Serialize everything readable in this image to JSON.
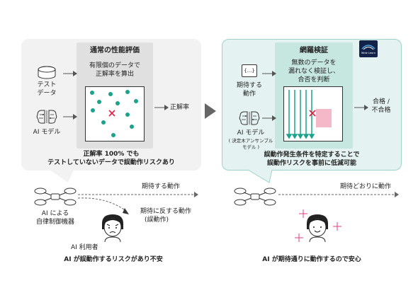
{
  "left": {
    "title": "通常の性能評価",
    "desc_line1": "有限個のデータで",
    "desc_line2": "正解率を算出",
    "input1_line1": "テスト",
    "input1_line2": "データ",
    "input2": "AI モデル",
    "output": "正解率",
    "caption_line1": "正解率 100% でも",
    "caption_line2": "テストしていないデータで誤動作リスクあり",
    "device_label_line1": "AI による",
    "device_label_line2": "自律制御機器",
    "expected": "期待する動作",
    "unexpected_line1": "期待に反する動作",
    "unexpected_line2": "(誤動作)",
    "user_label": "AI 利用者",
    "bottom": "AI が誤動作するリスクがあり不安"
  },
  "right": {
    "title": "網羅検証",
    "desc_line1": "無数のデータを",
    "desc_line2": "漏れなく検証し、",
    "desc_line3": "合否を判断",
    "input1_icon": "{...}",
    "input1_line1": "期待する",
    "input1_line2": "動作",
    "input2": "AI モデル",
    "input2_sub_line1": "( 決定木アンサンブル",
    "input2_sub_line2": "モデル )",
    "output_line1": "合格 /",
    "output_line2": "不合格",
    "caption_line1": "誤動作発生条件を特定することで",
    "caption_line2": "誤動作リスクを事前に低減可能",
    "expected": "期待どおりに動作",
    "bottom": "AI が期待通りに動作するので安心",
    "logo_text": "Wide Learn"
  },
  "colors": {
    "left_panel": "#f2f2f2",
    "left_inner": "#e0e0e0",
    "right_panel": "#e4f3f1",
    "right_inner": "#c6e6e0",
    "teal": "#1aa38a",
    "red": "#e02040",
    "pink": "#f5b8c8",
    "arrow_gray": "#666666",
    "logo_bg": "#12234a"
  }
}
